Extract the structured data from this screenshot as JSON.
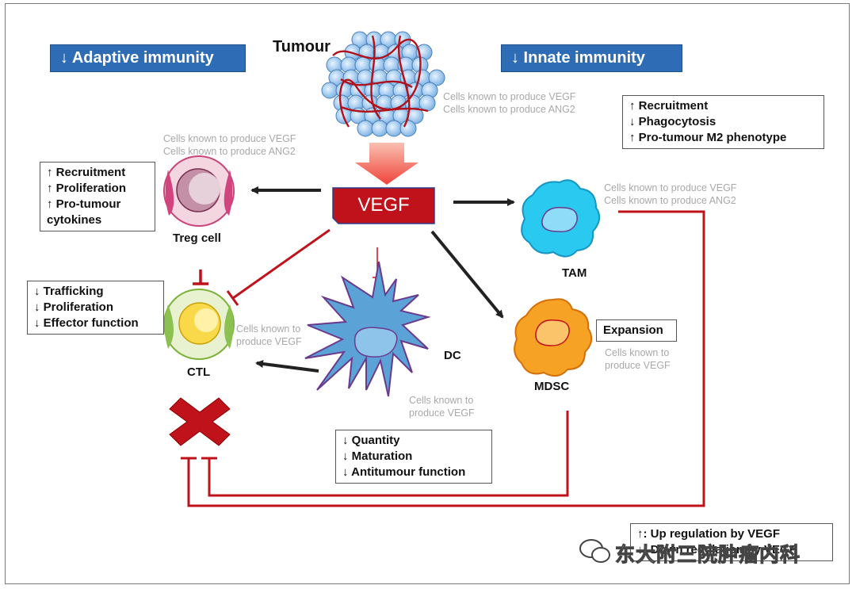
{
  "headers": {
    "adaptive": "↓ Adaptive immunity",
    "innate": "↓ Innate immunity"
  },
  "labels": {
    "tumour": "Tumour",
    "vegf": "VEGF",
    "treg": "Treg cell",
    "ctl": "CTL",
    "dc": "DC",
    "tam": "TAM",
    "mdsc": "MDSC"
  },
  "notes": {
    "tumour_line1": "Cells known to produce VEGF",
    "tumour_line2": "Cells known to produce ANG2",
    "treg_line1": "Cells known to produce VEGF",
    "treg_line2": "Cells known to produce ANG2",
    "tam_line1": "Cells known to produce VEGF",
    "tam_line2": "Cells known to produce ANG2",
    "ctl_line1": "Cells known to",
    "ctl_line2": "produce VEGF",
    "dc_line1": "Cells known to",
    "dc_line2": "produce VEGF",
    "mdsc_line1": "Cells known to",
    "mdsc_line2": "produce VEGF"
  },
  "boxes": {
    "treg": [
      "↑ Recruitment",
      "↑ Proliferation",
      "↑ Pro-tumour",
      "cytokines"
    ],
    "ctl": [
      "↓ Trafficking",
      "↓ Proliferation",
      "↓ Effector function"
    ],
    "tam": [
      "↑ Recruitment",
      "↓ Phagocytosis",
      "↑ Pro-tumour M2 phenotype"
    ],
    "mdsc": [
      "Expansion"
    ],
    "dc": [
      "↓ Quantity",
      "↓ Maturation",
      "↓ Antitumour function"
    ],
    "legend": [
      "↑: Up regulation by VEGF",
      "↓: Down regulation by VEGF"
    ]
  },
  "watermark": "东大附三院肿瘤内科",
  "colors": {
    "header_blue": "#2e6db6",
    "vegf_red": "#c0121a",
    "inhibit_red": "#c0121a",
    "arrow_black": "#222222",
    "tumour_cell": "#8fc0ea",
    "tam": "#29c9f0",
    "mdsc": "#f5a225",
    "dc": "#5ba3d6"
  }
}
